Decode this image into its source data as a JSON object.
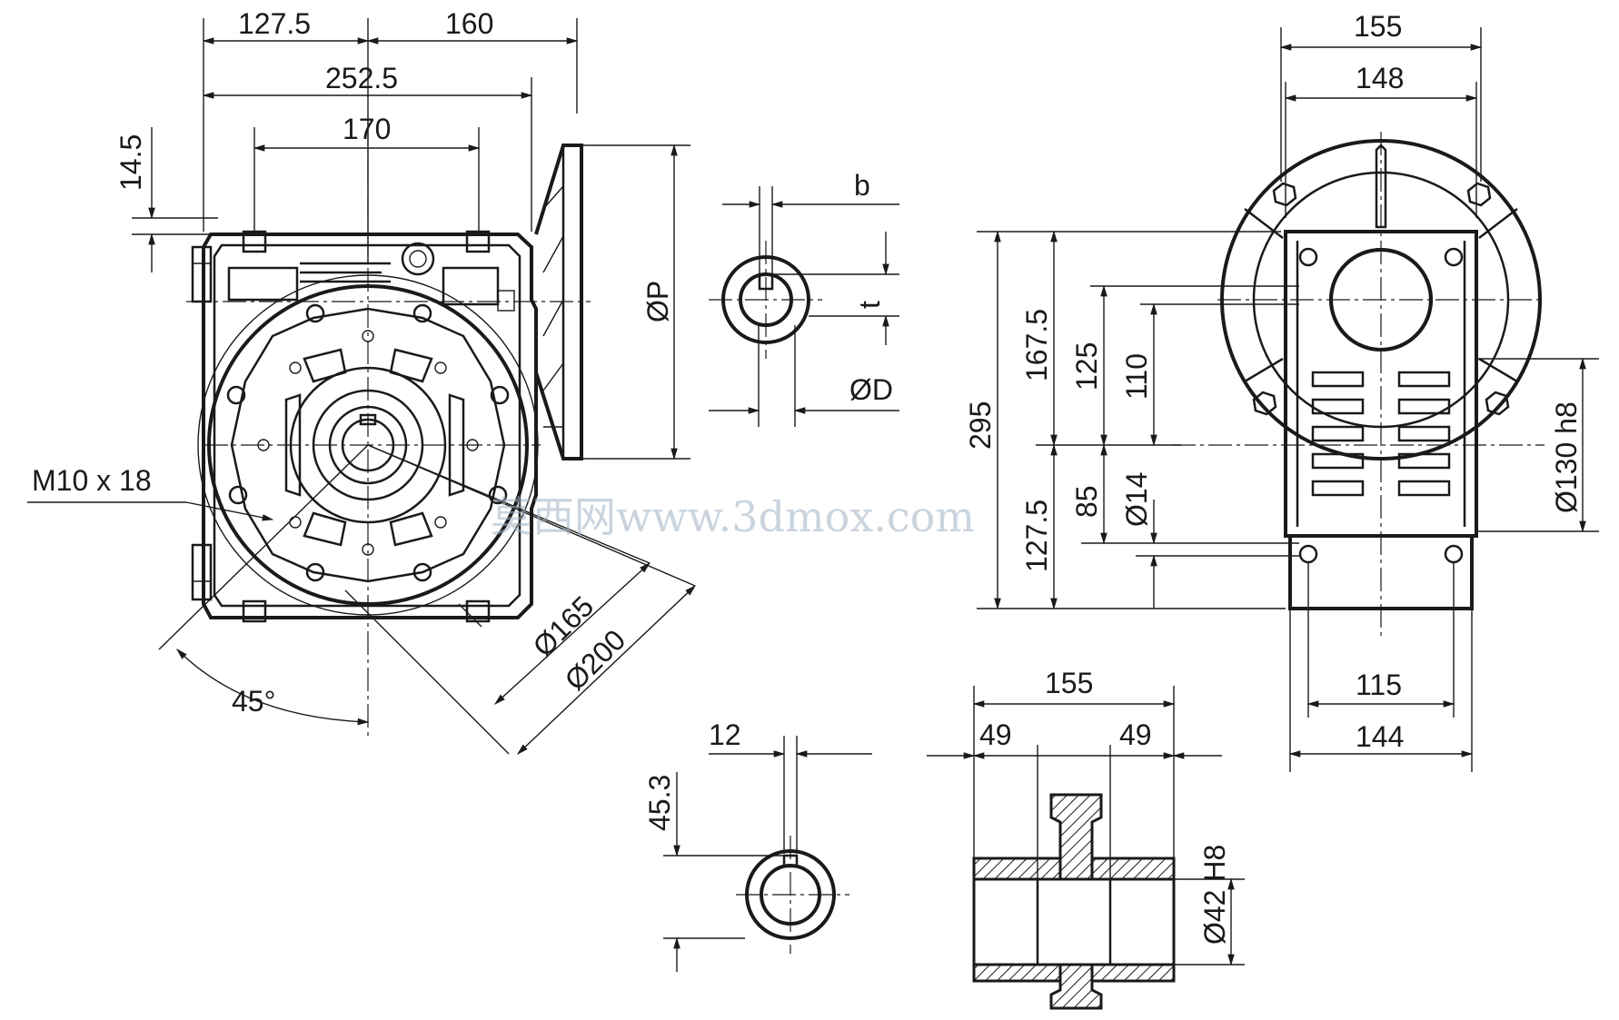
{
  "dimensions": {
    "front_width_left": "127.5",
    "front_width_right": "160",
    "front_overall_width": "252.5",
    "front_bolt_spacing": "170",
    "front_top_offset": "14.5",
    "flange_diameter": "ØP",
    "thread_spec": "M10 x 18",
    "bolt_circle_small": "Ø165",
    "bolt_circle_large": "Ø200",
    "angle": "45°",
    "shaft_key_width": "b",
    "shaft_key_depth": "t",
    "shaft_diameter": "ØD",
    "side_width_outer": "155",
    "side_width_inner": "148",
    "side_height_total": "295",
    "side_height_upper": "167.5",
    "side_height_lower": "127.5",
    "side_height_125": "125",
    "side_height_110": "110",
    "side_height_85": "85",
    "side_hole_diameter": "Ø14",
    "side_spigot": "Ø130 h8",
    "side_base_inner": "115",
    "side_base_outer": "144",
    "hollow_key_width": "12",
    "hollow_key_height": "45.3",
    "wheel_overall": "155",
    "wheel_hub_left": "49",
    "wheel_hub_right": "49",
    "wheel_bore": "Ø42 H8"
  },
  "watermark": "莫西网www.3dmox.com"
}
